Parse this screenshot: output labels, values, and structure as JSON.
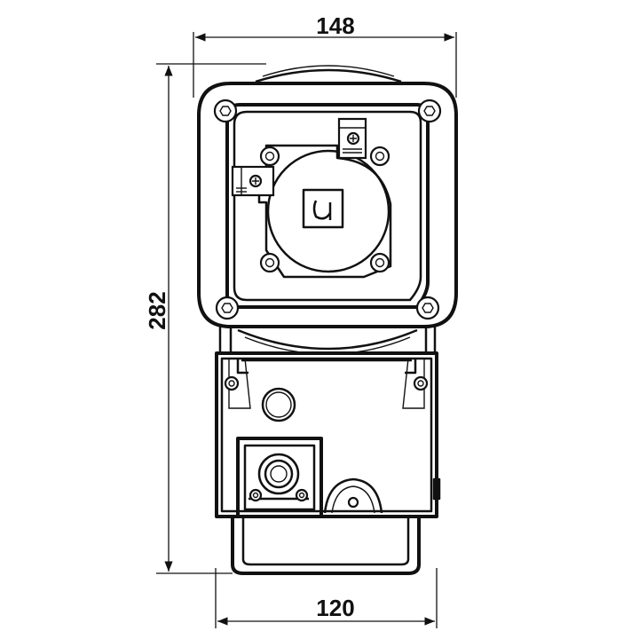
{
  "dimensions": {
    "top_width": "148",
    "height": "282",
    "bottom_width": "120"
  }
}
